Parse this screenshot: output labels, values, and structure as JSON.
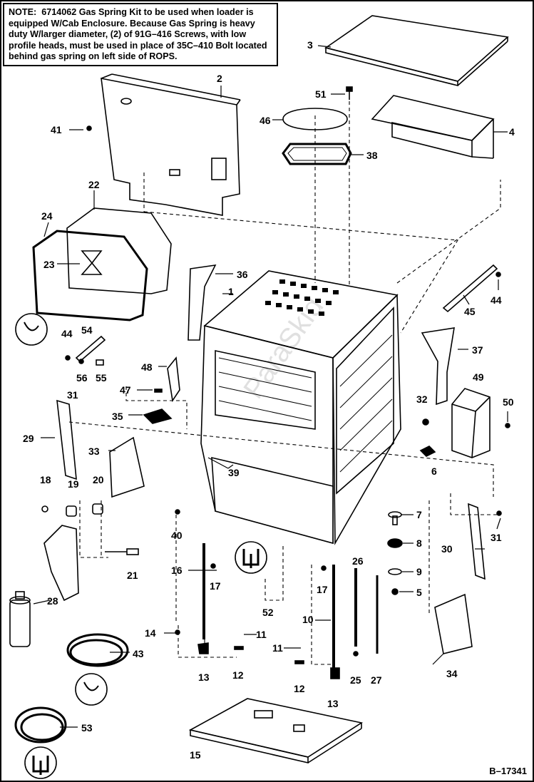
{
  "note": {
    "label": "NOTE:",
    "lines": [
      "6714062 Gas Spring Kit to be used when loader is",
      "equipped W/Cab Enclosure.  Because Gas Spring is heavy",
      "duty W/larger diameter, (2) of 91G–416 Screws, with low",
      "profile heads, must be used in place of 35C–410 Bolt located",
      "behind gas spring on left side of ROPS."
    ]
  },
  "callouts": [
    "1",
    "2",
    "3",
    "4",
    "5",
    "6",
    "7",
    "8",
    "9",
    "10",
    "11",
    "11",
    "12",
    "12",
    "13",
    "13",
    "14",
    "15",
    "16",
    "17",
    "17",
    "18",
    "19",
    "20",
    "21",
    "22",
    "23",
    "24",
    "25",
    "26",
    "27",
    "28",
    "29",
    "30",
    "31",
    "31",
    "32",
    "33",
    "34",
    "35",
    "36",
    "37",
    "38",
    "39",
    "40",
    "41",
    "43",
    "44",
    "44",
    "45",
    "46",
    "47",
    "48",
    "49",
    "50",
    "51",
    "52",
    "53",
    "54",
    "55",
    "56"
  ],
  "watermark": "ParaSkid",
  "figure_id": "B–17341"
}
